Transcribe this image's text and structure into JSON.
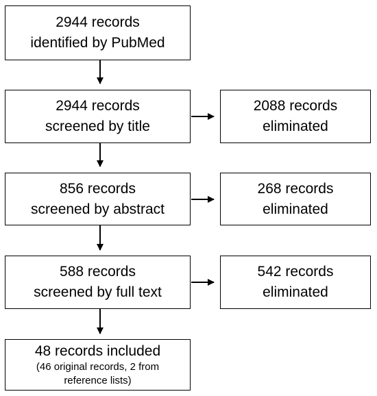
{
  "flow": {
    "identified": {
      "line1": "2944 records",
      "line2": "identified by PubMed"
    },
    "title_screen": {
      "line1": "2944 records",
      "line2": "screened by title"
    },
    "abstract_screen": {
      "line1": "856 records",
      "line2": "screened by abstract"
    },
    "fulltext_screen": {
      "line1": "588 records",
      "line2": "screened by full text"
    },
    "included": {
      "line1": "48 records included",
      "line2": "(46 original records, 2 from",
      "line3": "reference lists)"
    }
  },
  "eliminated": {
    "title": {
      "line1": "2088 records",
      "line2": "eliminated"
    },
    "abstract": {
      "line1": "268 records",
      "line2": "eliminated"
    },
    "fulltext": {
      "line1": "542 records",
      "line2": "eliminated"
    }
  },
  "colors": {
    "stroke": "#000000",
    "background": "#ffffff"
  }
}
